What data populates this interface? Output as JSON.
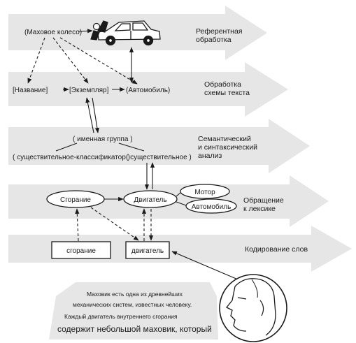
{
  "stages": {
    "referential": [
      "Референтная",
      "обработка"
    ],
    "text_schema": [
      "Обработка",
      "схемы текста"
    ],
    "semantic": [
      "Семантический",
      "и синтаксический",
      "анализ"
    ],
    "lexicon": [
      "Обращение",
      "к лексике"
    ],
    "word_coding": "Кодирование слов"
  },
  "nodes": {
    "flywheel": "(Маховое колесо)",
    "name": "[Название]",
    "instance": "[Экземпляр]",
    "automobile_schema": "(Автомобиль)",
    "noun_group": "( именная группа )",
    "classifier_noun": "( существительное-классификатор )",
    "noun": "( существительное )",
    "combustion_concept": "Сгорание",
    "engine_concept": "Двигатель",
    "motor_concept": "Мотор",
    "automobile_concept": "Автомобиль",
    "combustion_word": "сгорание",
    "engine_word": "двигатель"
  },
  "caption": {
    "line1": "Маховик есть одна из древнейших",
    "line2": "механических систем, известных человеку.",
    "line3": "Каждый двигатель внутреннего сгорания",
    "line4": "содержит небольшой маховик, который"
  },
  "icons": {
    "car": "car-icon",
    "mechanic": "mechanic-icon",
    "reader": "reader-face-icon"
  },
  "colors": {
    "band": "#e6e6e6",
    "ink": "#1a1a1a",
    "background": "#ffffff"
  }
}
